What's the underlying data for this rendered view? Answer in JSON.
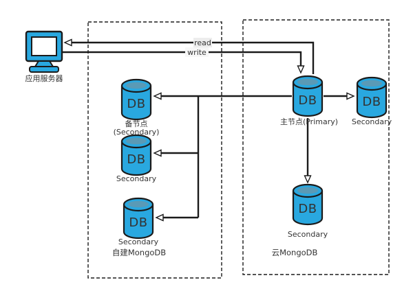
{
  "client": {
    "label": "应用服务器"
  },
  "flows": {
    "read": "read",
    "write": "write"
  },
  "db_glyph": "DB",
  "left_group": {
    "title": "自建MongoDB",
    "nodes": [
      {
        "name_line1": "备节点",
        "name_line2": "(Secondary)"
      },
      {
        "label": "Secondary"
      },
      {
        "label": "Secondary"
      }
    ]
  },
  "right_group": {
    "title": "云MongoDB",
    "nodes": [
      {
        "label": "主节点(Primary)"
      },
      {
        "label": "Secondary"
      },
      {
        "label": "Secondary"
      }
    ]
  },
  "colors": {
    "node": "#29A8E0",
    "line": "#1A1A1A",
    "db_text": "#15679F",
    "label_bg": "#EDEDED"
  }
}
